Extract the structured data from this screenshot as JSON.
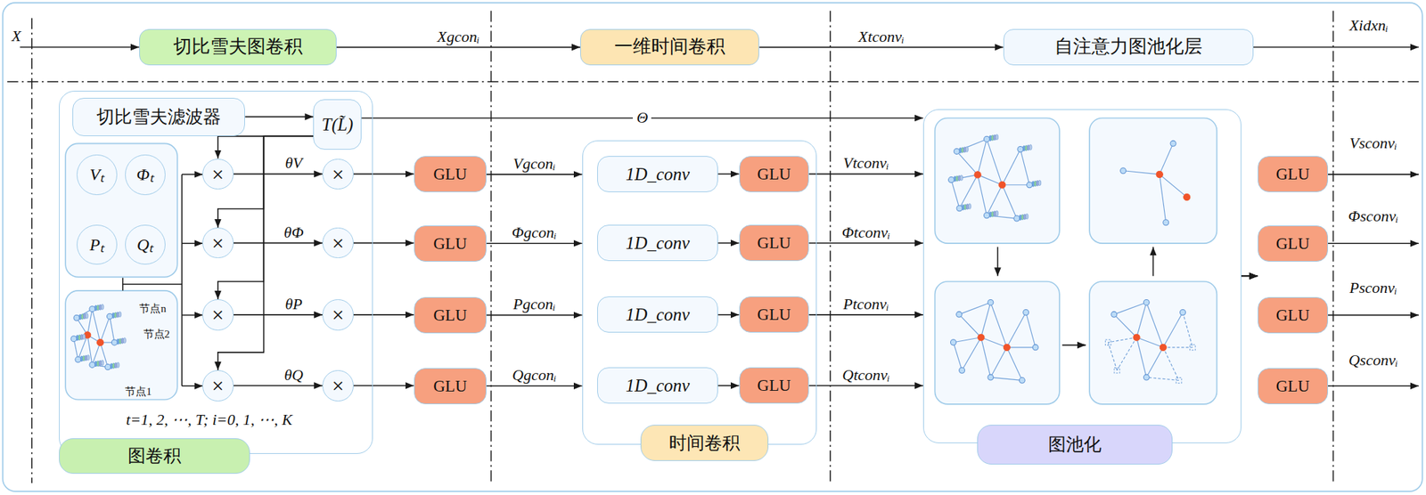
{
  "diagram": {
    "nodes": [
      {
        "text": [
          "切比雪夫图卷积"
        ]
      },
      {
        "text": [
          "一维时间卷积"
        ]
      },
      {
        "text": [
          "自注意力图池化层"
        ]
      },
      {
        "text": [
          "图卷积"
        ]
      },
      {
        "text": [
          "切比雪夫滤波器"
        ],
        "in": 3
      },
      {
        "text": [
          "T(L̃)"
        ],
        "in": 3
      },
      {
        "text": [
          "Vₜ"
        ],
        "in": 3
      },
      {
        "text": [
          "Φₜ"
        ],
        "in": 3
      },
      {
        "text": [
          "Pₜ"
        ],
        "in": 3
      },
      {
        "text": [
          "Qₜ"
        ],
        "in": 3
      },
      {
        "text": [
          "×"
        ],
        "in": 3
      },
      {
        "text": [
          "×"
        ],
        "in": 3
      },
      {
        "text": [
          "×"
        ],
        "in": 3
      },
      {
        "text": [
          "×"
        ],
        "in": 3
      },
      {
        "text": [
          "×"
        ],
        "in": 3
      },
      {
        "text": [
          "×"
        ],
        "in": 3
      },
      {
        "text": [
          "×"
        ],
        "in": 3
      },
      {
        "text": [
          "×"
        ],
        "in": 3
      },
      {
        "text": [
          "GLU"
        ]
      },
      {
        "text": [
          "GLU"
        ]
      },
      {
        "text": [
          "GLU"
        ]
      },
      {
        "text": [
          "GLU"
        ]
      },
      {
        "text": [
          "时间卷积"
        ]
      },
      {
        "text": [
          "1D_conv"
        ],
        "in": 22
      },
      {
        "text": [
          "GLU"
        ],
        "in": 22
      },
      {
        "text": [
          "1D_conv"
        ],
        "in": 22
      },
      {
        "text": [
          "GLU"
        ],
        "in": 22
      },
      {
        "text": [
          "1D_conv"
        ],
        "in": 22
      },
      {
        "text": [
          "GLU"
        ],
        "in": 22
      },
      {
        "text": [
          "1D_conv"
        ],
        "in": 22
      },
      {
        "text": [
          "GLU"
        ],
        "in": 22
      },
      {
        "text": [
          "图池化"
        ]
      },
      {
        "text": [
          "GLU"
        ]
      },
      {
        "text": [
          "GLU"
        ]
      },
      {
        "text": [
          "GLU"
        ]
      },
      {
        "text": [
          "GLU"
        ]
      }
    ],
    "edges": [
      {
        "from": 0,
        "to": 1,
        "arrow": "to",
        "label": "Xgconᵢ"
      },
      {
        "from": 1,
        "to": 2,
        "arrow": "to",
        "label": "Xtconvᵢ"
      },
      {
        "from": 4,
        "to": 5,
        "arrow": "to"
      },
      {
        "from": 5,
        "to": 10,
        "arrow": "to"
      },
      {
        "from": 5,
        "to": 11,
        "arrow": "to"
      },
      {
        "from": 5,
        "to": 12,
        "arrow": "to"
      },
      {
        "from": 5,
        "to": 13,
        "arrow": "to"
      },
      {
        "from": 10,
        "to": 14,
        "arrow": "to",
        "label": "θV"
      },
      {
        "from": 11,
        "to": 15,
        "arrow": "to",
        "label": "θΦ"
      },
      {
        "from": 12,
        "to": 16,
        "arrow": "to",
        "label": "θP"
      },
      {
        "from": 13,
        "to": 17,
        "arrow": "to",
        "label": "θQ"
      },
      {
        "from": 14,
        "to": 18,
        "arrow": "to"
      },
      {
        "from": 15,
        "to": 19,
        "arrow": "to"
      },
      {
        "from": 16,
        "to": 20,
        "arrow": "to"
      },
      {
        "from": 17,
        "to": 21,
        "arrow": "to"
      },
      {
        "from": 18,
        "to": 22,
        "arrow": "to",
        "label": "Vgconᵢ"
      },
      {
        "from": 19,
        "to": 22,
        "arrow": "to",
        "label": "Φgconᵢ"
      },
      {
        "from": 20,
        "to": 22,
        "arrow": "to",
        "label": "Pgconᵢ"
      },
      {
        "from": 21,
        "to": 22,
        "arrow": "to",
        "label": "Qgconᵢ"
      },
      {
        "from": 23,
        "to": 24,
        "arrow": "to"
      },
      {
        "from": 25,
        "to": 26,
        "arrow": "to"
      },
      {
        "from": 27,
        "to": 28,
        "arrow": "to"
      },
      {
        "from": 29,
        "to": 30,
        "arrow": "to"
      },
      {
        "from": 24,
        "to": 31,
        "arrow": "to",
        "label": "Vtconvᵢ"
      },
      {
        "from": 26,
        "to": 31,
        "arrow": "to",
        "label": "Φtconvᵢ"
      },
      {
        "from": 28,
        "to": 31,
        "arrow": "to",
        "label": "Ptconvᵢ"
      },
      {
        "from": 30,
        "to": 31,
        "arrow": "to",
        "label": "Qtconvᵢ"
      },
      {
        "from": 5,
        "to": 31,
        "arrow": "to",
        "label": "Θ"
      },
      {
        "from": 31,
        "to": 32,
        "arrow": "to"
      },
      {
        "from": 31,
        "to": 33,
        "arrow": "to"
      },
      {
        "from": 31,
        "to": 34,
        "arrow": "to"
      },
      {
        "from": 31,
        "to": 35,
        "arrow": "to"
      }
    ],
    "labels": [
      "X",
      "Xidxnᵢ",
      "节点n",
      "节点2",
      "节点1",
      "t=1, 2, ⋯, T; i=0, 1, ⋯, K",
      "Vsconvᵢ",
      "Φsconvᵢ",
      "Psconvᵢ",
      "Qsconvᵢ"
    ]
  }
}
